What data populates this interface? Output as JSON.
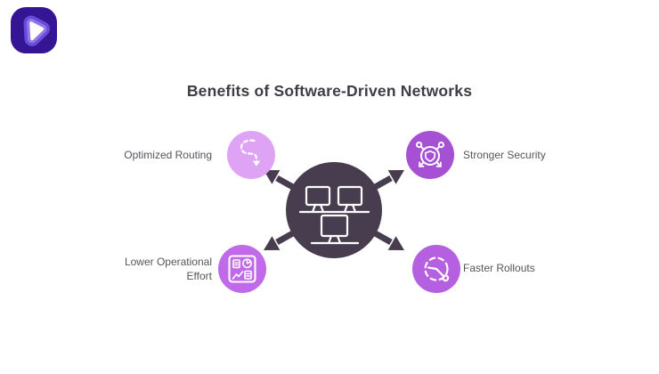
{
  "title": "Benefits of Software-Driven Networks",
  "colors": {
    "background": "#ffffff",
    "title_text": "#3d3d45",
    "label_text": "#55555d",
    "hub": "#483d4f",
    "icon_stroke": "#ffffff",
    "logo_outer": "#341594",
    "logo_mid": "#6a4ad8",
    "logo_light": "#9179ea",
    "logo_core": "#ffffff"
  },
  "diagram": {
    "hub_icon": "network-workstations-icon",
    "nodes": [
      {
        "id": "optimized-routing",
        "label": "Optimized Routing",
        "position": "top-left",
        "icon": "dashed-route-arrow-icon",
        "color": "#dfa3f5"
      },
      {
        "id": "stronger-security",
        "label": "Stronger Security",
        "position": "top-right",
        "icon": "shield-network-icon",
        "color": "#a651d3"
      },
      {
        "id": "lower-operational-effort",
        "label": "Lower Operational Effort",
        "position": "bottom-left",
        "icon": "reports-dashboard-icon",
        "color": "#c06ae9"
      },
      {
        "id": "faster-rollouts",
        "label": "Faster Rollouts",
        "position": "bottom-right",
        "icon": "speed-gauge-icon",
        "color": "#b55fe1"
      }
    ]
  }
}
